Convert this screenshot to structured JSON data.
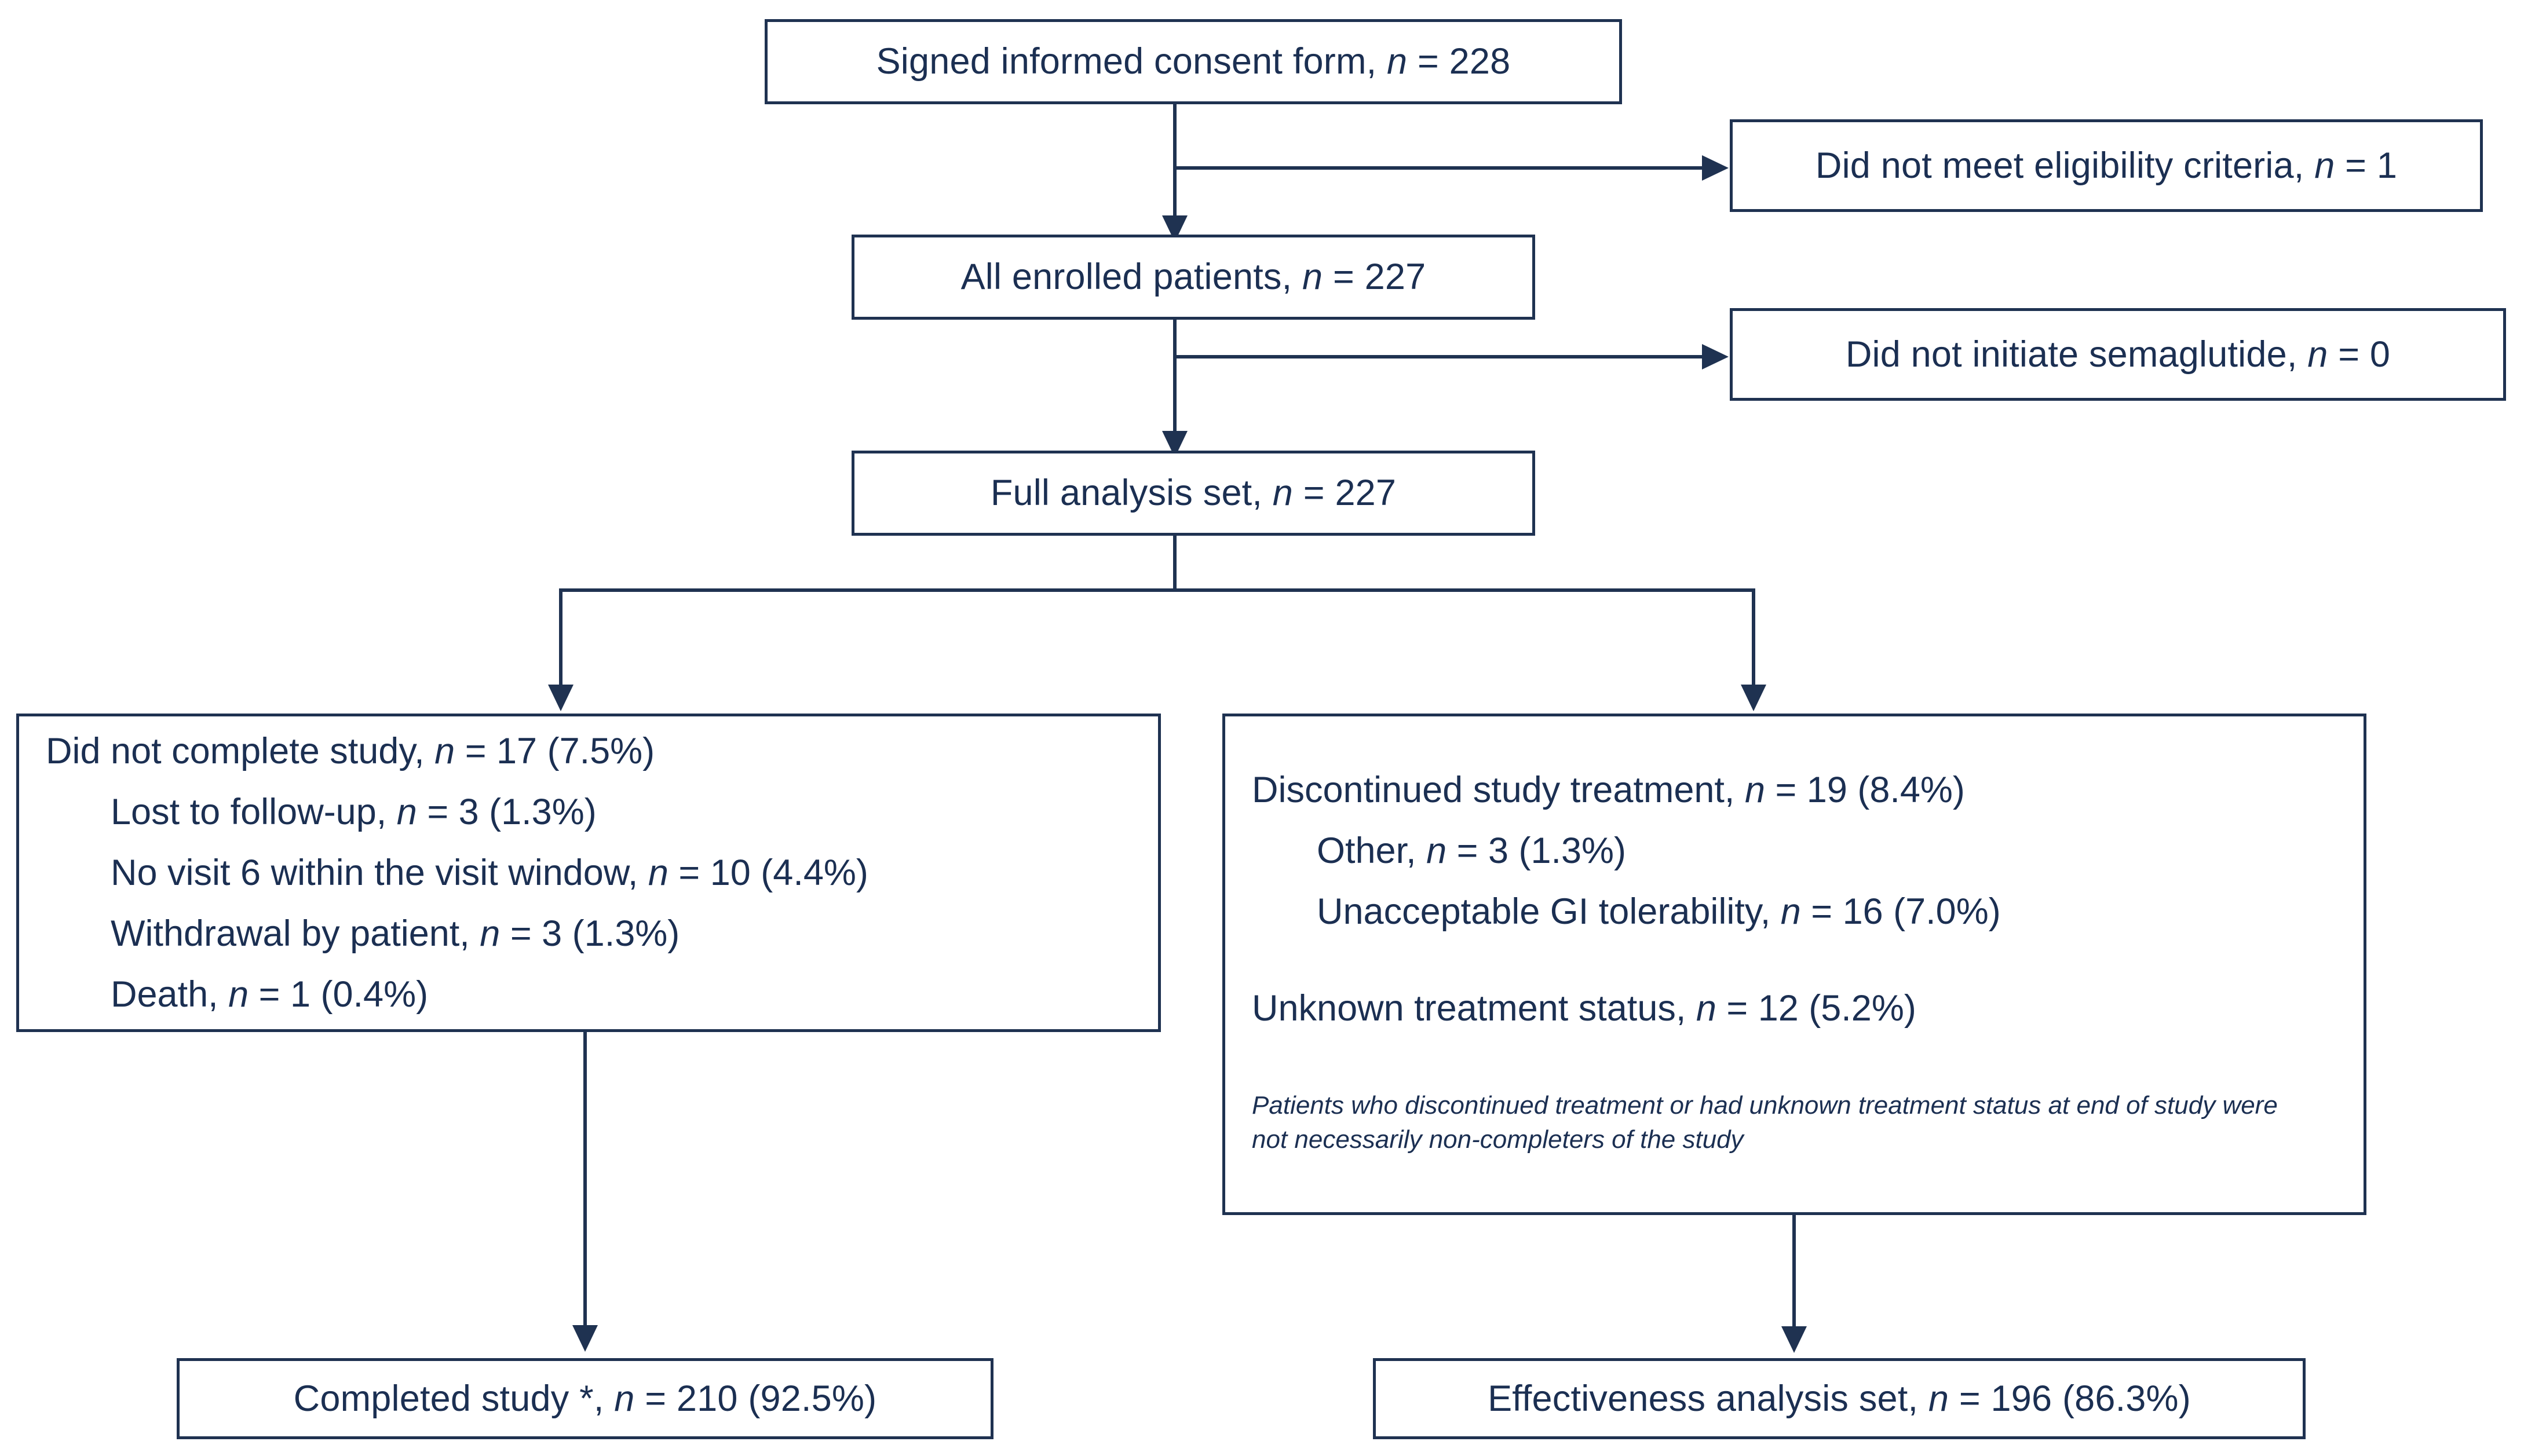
{
  "diagram": {
    "type": "consort-flow-diagram",
    "colors": {
      "line": "#1f3251",
      "text": "#1b2f52",
      "box_fill": "#ffffff",
      "background": "#ffffff"
    },
    "nodes": {
      "consent": {
        "label_prefix": "Signed informed consent form, ",
        "n_italic": "n",
        "label_suffix": " = 228",
        "full_text": "Signed informed consent form, n = 228"
      },
      "enrolled": {
        "label_prefix": "All enrolled patients, ",
        "n_italic": "n",
        "label_suffix": " = 227",
        "full_text": "All enrolled patients, n = 227"
      },
      "fas": {
        "label_prefix": "Full analysis set, ",
        "n_italic": "n",
        "label_suffix": " = 227",
        "full_text": "Full analysis set, n = 227"
      },
      "not_eligible": {
        "label_prefix": "Did not meet eligibility criteria, ",
        "n_italic": "n",
        "label_suffix": " = 1",
        "full_text": "Did not meet eligibility criteria, n = 1"
      },
      "not_initiated": {
        "label_prefix": "Did not initiate semaglutide, ",
        "n_italic": "n",
        "label_suffix": " = 0",
        "full_text": "Did not initiate semaglutide, n = 0"
      },
      "not_completed": {
        "lines": [
          {
            "prefix": "Did not complete study, ",
            "n_italic": "n",
            "suffix": " = 17 (7.5%)",
            "indent": 0
          },
          {
            "prefix": "Lost to follow-up, ",
            "n_italic": "n",
            "suffix": " = 3 (1.3%)",
            "indent": 1
          },
          {
            "prefix": "No visit 6 within the visit window, ",
            "n_italic": "n",
            "suffix": " = 10 (4.4%)",
            "indent": 1
          },
          {
            "prefix": "Withdrawal by patient, ",
            "n_italic": "n",
            "suffix": " = 3 (1.3%)",
            "indent": 1
          },
          {
            "prefix": "Death, ",
            "n_italic": "n",
            "suffix": " = 1 (0.4%)",
            "indent": 1
          }
        ]
      },
      "discontinued": {
        "lines": [
          {
            "prefix": "Discontinued study treatment, ",
            "n_italic": "n",
            "suffix": " = 19 (8.4%)",
            "indent": 0
          },
          {
            "prefix": "Other, ",
            "n_italic": "n",
            "suffix": " = 3 (1.3%)",
            "indent": 1
          },
          {
            "prefix": "Unacceptable GI tolerability, ",
            "n_italic": "n",
            "suffix": " = 16 (7.0%)",
            "indent": 1
          },
          {
            "prefix": "Unknown treatment status, ",
            "n_italic": "n",
            "suffix": " = 12 (5.2%)",
            "indent": 0
          }
        ],
        "footnote": "Patients who discontinued treatment or had unknown treatment status at end of study were not necessarily non-completers of the study"
      },
      "completed": {
        "label_prefix": "Completed study *, ",
        "n_italic": "n",
        "label_suffix": " = 210 (92.5%)",
        "full_text": "Completed study *, n = 210 (92.5%)"
      },
      "effectiveness": {
        "label_prefix": "Effectiveness analysis set, ",
        "n_italic": "n",
        "label_suffix": " = 196 (86.3%)",
        "full_text": "Effectiveness analysis set, n = 196 (86.3%)"
      }
    },
    "edges": [
      {
        "from": "consent",
        "to": "enrolled",
        "kind": "down-arrow"
      },
      {
        "from": "consent",
        "to": "not_eligible",
        "kind": "right-arrow"
      },
      {
        "from": "enrolled",
        "to": "fas",
        "kind": "down-arrow"
      },
      {
        "from": "enrolled",
        "to": "not_initiated",
        "kind": "right-arrow"
      },
      {
        "from": "fas",
        "to": "not_completed",
        "kind": "split-down-arrow"
      },
      {
        "from": "fas",
        "to": "discontinued",
        "kind": "split-down-arrow"
      },
      {
        "from": "not_completed",
        "to": "completed",
        "kind": "down-arrow"
      },
      {
        "from": "discontinued",
        "to": "effectiveness",
        "kind": "down-arrow"
      }
    ]
  }
}
